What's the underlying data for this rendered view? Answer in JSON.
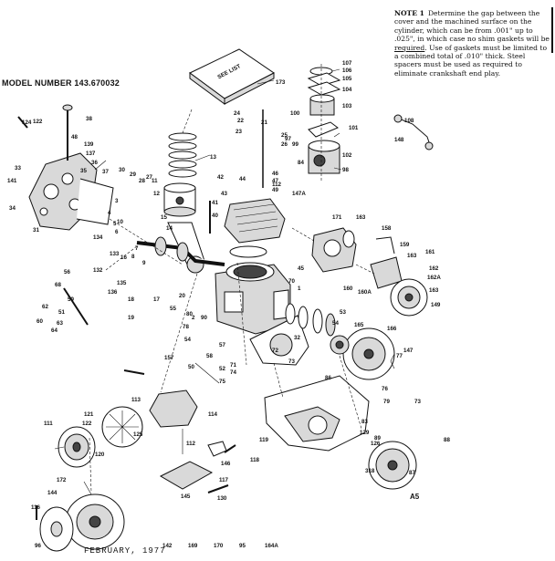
{
  "model_number": "MODEL NUMBER 143.670032",
  "note": {
    "label": "NOTE 1",
    "text_before": "Determine the gap between the cover and the machined surface on the cylinder, which can be from .001\" up to .025\", in which case no shim gaskets will be ",
    "text_underlined": "required",
    "text_after": ". Use of gaskets must be limited to a combined total of .010\" thick. Steel spacers must be used as required to eliminate crankshaft end play."
  },
  "manual_label": "SEE LIST",
  "date": "FEBRUARY, 1977",
  "page_id": "A5",
  "part_numbers": [
    "173",
    "107",
    "106",
    "105",
    "104",
    "103",
    "101",
    "102",
    "98",
    "108",
    "148",
    "124",
    "122",
    "38",
    "48",
    "139",
    "137",
    "36",
    "35",
    "33",
    "141",
    "34",
    "31",
    "37",
    "30",
    "29",
    "28",
    "27",
    "13",
    "3",
    "4",
    "5",
    "6",
    "10",
    "11",
    "12",
    "15",
    "14",
    "7",
    "8",
    "9",
    "16",
    "18",
    "17",
    "20",
    "2",
    "24",
    "22",
    "23",
    "21",
    "25",
    "26",
    "100",
    "97",
    "99",
    "84",
    "46",
    "47",
    "49",
    "44",
    "42",
    "43",
    "41",
    "40",
    "112",
    "147A",
    "171",
    "163",
    "158",
    "159",
    "163",
    "161",
    "162",
    "162A",
    "163",
    "149",
    "160",
    "160A",
    "45",
    "134",
    "133",
    "132",
    "135",
    "136",
    "19",
    "56",
    "68",
    "59",
    "62",
    "51",
    "63",
    "60",
    "64",
    "80",
    "90",
    "78",
    "57",
    "58",
    "71",
    "70",
    "1",
    "32",
    "72",
    "73",
    "74",
    "75",
    "54",
    "55",
    "50",
    "52",
    "53",
    "54",
    "165",
    "166",
    "147",
    "77",
    "73",
    "76",
    "86",
    "79",
    "83",
    "129",
    "89",
    "88",
    "87",
    "318",
    "126",
    "121",
    "122",
    "120",
    "125",
    "113",
    "114",
    "112",
    "111",
    "172",
    "144",
    "96",
    "116",
    "146",
    "118",
    "119",
    "117",
    "130",
    "157",
    "145",
    "142",
    "169",
    "170",
    "95",
    "164A"
  ]
}
